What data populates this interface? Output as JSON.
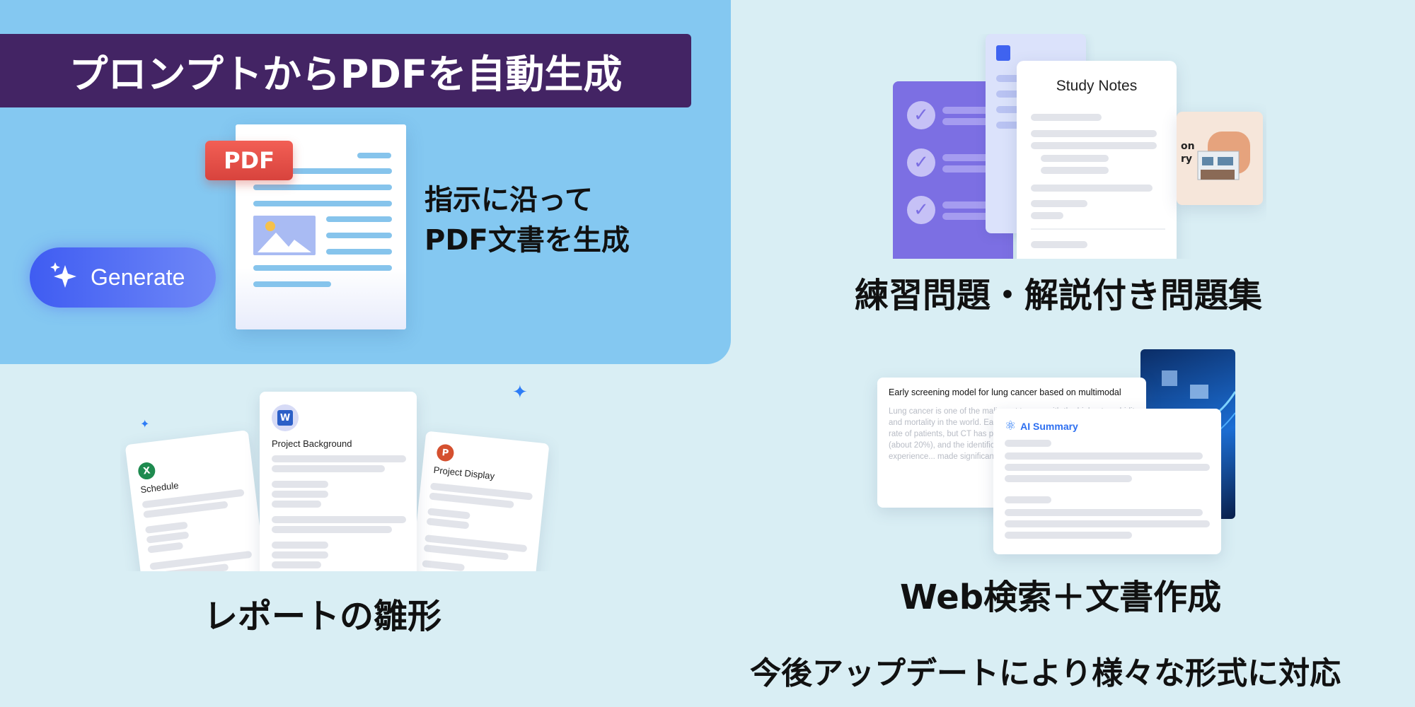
{
  "panel": {
    "banner_title": "プロンプトからPDFを自動生成",
    "pdf_badge": "PDF",
    "generate_label": "Generate",
    "desc_line1": "指示に沿って",
    "desc_line2": "PDF文書を生成"
  },
  "study": {
    "note_title": "Study Notes",
    "side_text": "on\nry",
    "caption": "練習問題・解説付き問題集"
  },
  "report": {
    "card_left_title": "Schedule",
    "card_mid_title": "Project Background",
    "card_right_title": "Project Display",
    "caption": "レポートの雛形"
  },
  "web": {
    "article_title": "Early screening model for lung cancer based on multimodal",
    "article_body": "Lung cancer is one of the malignant tumors with the highest morbidity and mortality in the world. Early screening can improve the survival rate of patients, but CT has problems such as strong subjectivity (about 20%), and the identification of (GGN) depends on the experience... made significant progress in...",
    "summary_label": "AI Summary",
    "caption": "Web検索＋文書作成"
  },
  "footer_note": "今後アップデートにより様々な形式に対応",
  "colors": {
    "background": "#d9eef4",
    "panel": "#84c8f1",
    "banner": "#432464",
    "generate_button": "#4e6af4",
    "pdf_badge": "#e24c44",
    "accent_blue": "#2d7cf6"
  }
}
